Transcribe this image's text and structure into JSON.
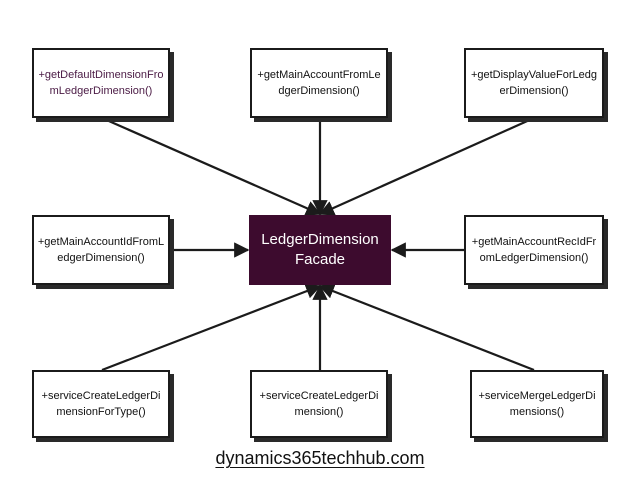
{
  "diagram": {
    "center": {
      "label": "LedgerDimension Facade",
      "color": "#3d0b2e"
    },
    "nodes": [
      {
        "id": "tl",
        "label": "+getDefaultDimensionFromLedgerDimension()",
        "color": "#4a1a44"
      },
      {
        "id": "tc",
        "label": "+getMainAccountFromLedgerDimension()",
        "color": "#111111"
      },
      {
        "id": "tr",
        "label": "+getDisplayValueForLedgerDimension()",
        "color": "#111111"
      },
      {
        "id": "ml",
        "label": "+getMainAccountIdFromLedgerDimension()",
        "color": "#111111"
      },
      {
        "id": "mr",
        "label": "+getMainAccountRecIdFromLedgerDimension()",
        "color": "#111111"
      },
      {
        "id": "bl",
        "label": "+serviceCreateLedgerDimensionForType()",
        "color": "#111111"
      },
      {
        "id": "bc",
        "label": "+serviceCreateLedgerDimension()",
        "color": "#111111"
      },
      {
        "id": "br",
        "label": "+serviceMergeLedgerDimensions()",
        "color": "#111111"
      }
    ],
    "edges": [
      {
        "from": "tl",
        "to": "center"
      },
      {
        "from": "tc",
        "to": "center"
      },
      {
        "from": "tr",
        "to": "center"
      },
      {
        "from": "ml",
        "to": "center"
      },
      {
        "from": "mr",
        "to": "center"
      },
      {
        "from": "bl",
        "to": "center"
      },
      {
        "from": "bc",
        "to": "center"
      },
      {
        "from": "br",
        "to": "center"
      }
    ],
    "edge_color": "#1b1b1b"
  },
  "footer": {
    "text": "dynamics365techhub.com"
  }
}
